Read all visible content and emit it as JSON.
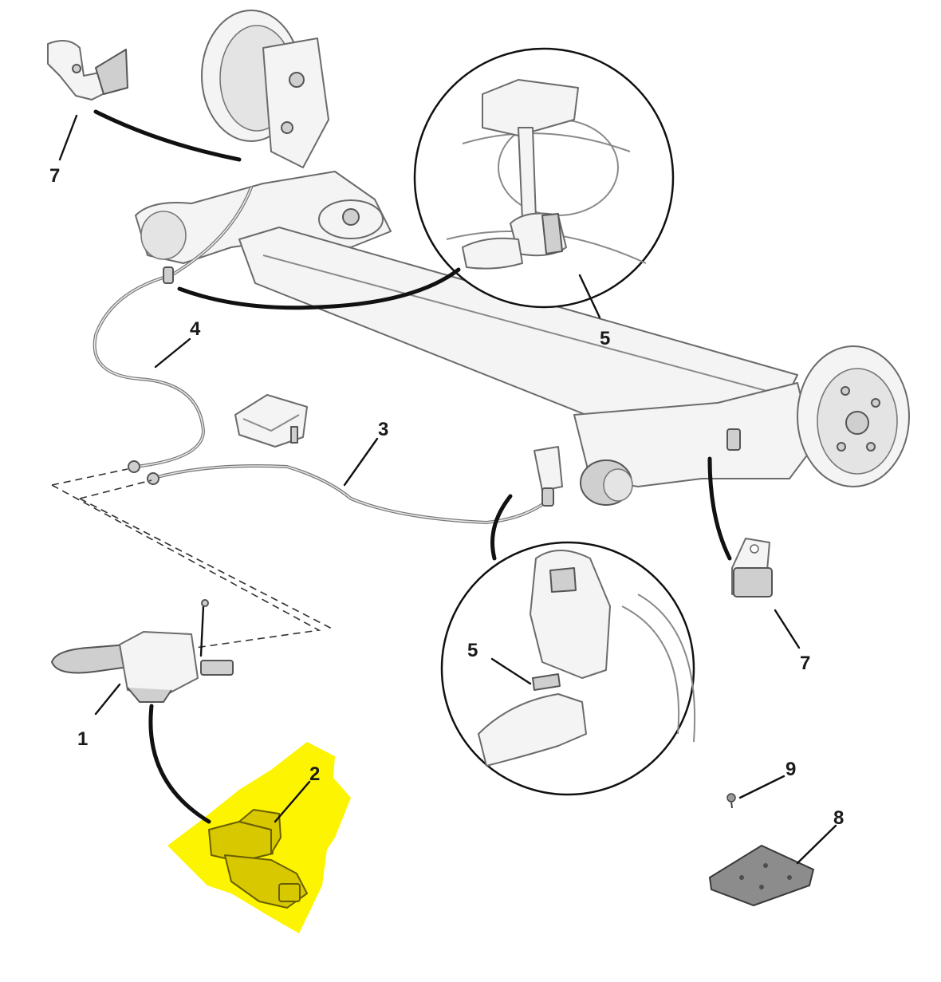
{
  "diagram": {
    "callouts": [
      "1",
      "2",
      "3",
      "4",
      "5",
      "5",
      "7",
      "7",
      "8",
      "9"
    ],
    "highlight_color": "#fcf400",
    "parts": [
      "handbrake-lever",
      "handbrake-switch",
      "parking-brake-cable-right",
      "parking-brake-cable-left",
      "cable-clip",
      "cable-bracket",
      "mounting-plate",
      "screw"
    ]
  }
}
